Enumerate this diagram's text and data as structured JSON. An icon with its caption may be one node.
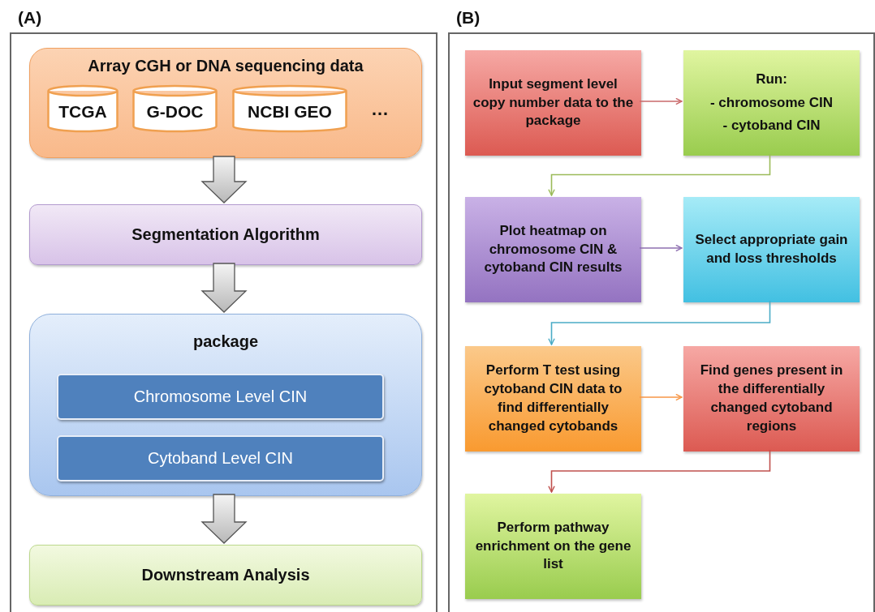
{
  "diagram": {
    "nodes": [
      {
        "text": [
          "(A)"
        ]
      },
      {
        "text": [
          "Array CGH or DNA sequencing data",
          "…"
        ],
        "in": 0
      },
      {
        "text": [
          "TCGA"
        ],
        "in": 1
      },
      {
        "text": [
          "G-DOC"
        ],
        "in": 1
      },
      {
        "text": [
          "NCBI GEO"
        ],
        "in": 1
      },
      {
        "text": [
          "Segmentation Algorithm"
        ],
        "in": 0
      },
      {
        "text": [
          "package"
        ],
        "in": 0
      },
      {
        "text": [
          "Chromosome Level CIN"
        ],
        "in": 6
      },
      {
        "text": [
          "Cytoband Level CIN"
        ],
        "in": 6
      },
      {
        "text": [
          "Downstream Analysis"
        ],
        "in": 0
      },
      {
        "text": [
          "(B)"
        ]
      },
      {
        "text": [
          "Input segment level copy number data to the package"
        ],
        "in": 10
      },
      {
        "text": [
          "Run:",
          "- chromosome CIN",
          "- cytoband CIN"
        ],
        "in": 10
      },
      {
        "text": [
          "Plot heatmap on chromosome CIN & cytoband CIN results"
        ],
        "in": 10
      },
      {
        "text": [
          "Select appropriate gain and loss thresholds"
        ],
        "in": 10
      },
      {
        "text": [
          "Perform T test using cytoband CIN data to find differentially changed cytobands"
        ],
        "in": 10
      },
      {
        "text": [
          "Find genes present in the differentially changed cytoband regions"
        ],
        "in": 10
      },
      {
        "text": [
          "Perform pathway enrichment on the gene list"
        ],
        "in": 10
      }
    ],
    "edges": [
      {
        "from": 1,
        "to": 5,
        "arrow": "to",
        "style": "thick"
      },
      {
        "from": 5,
        "to": 6,
        "arrow": "to",
        "style": "thick"
      },
      {
        "from": 6,
        "to": 9,
        "arrow": "to",
        "style": "thick"
      },
      {
        "from": 11,
        "to": 12,
        "arrow": "to",
        "color": "#c9686a"
      },
      {
        "from": 12,
        "to": 13,
        "arrow": "to",
        "color": "#9bbb59"
      },
      {
        "from": 13,
        "to": 14,
        "arrow": "to",
        "color": "#8e6fb0"
      },
      {
        "from": 14,
        "to": 15,
        "arrow": "to",
        "color": "#4bacc6"
      },
      {
        "from": 15,
        "to": 16,
        "arrow": "to",
        "color": "#f79646"
      },
      {
        "from": 16,
        "to": 17,
        "arrow": "to",
        "color": "#c0504d"
      }
    ]
  }
}
